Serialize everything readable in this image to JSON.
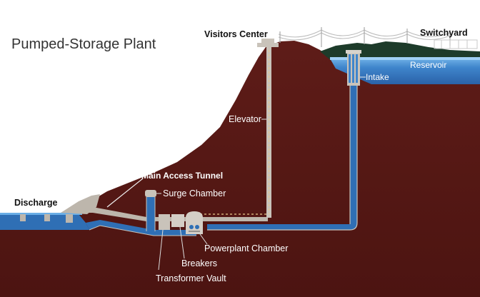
{
  "title": "Pumped-Storage Plant",
  "labels": {
    "visitors_center": "Visitors Center",
    "switchyard": "Switchyard",
    "reservoir": "Reservoir",
    "intake": "Intake",
    "elevator": "Elevator",
    "main_access_tunnel": "Main Access Tunnel",
    "surge_chamber": "Surge Chamber",
    "discharge": "Discharge",
    "powerplant_chamber": "Powerplant Chamber",
    "breakers": "Breakers",
    "transformer_vault": "Transformer Vault"
  },
  "colors": {
    "earth": "#5a1a16",
    "earth_dark": "#4a1512",
    "water": "#2f6fb5",
    "water_light": "#5a9fd8",
    "tunnel": "#b7b0a6",
    "forest": "#1e3a2a",
    "structure": "#b9b3aa"
  }
}
